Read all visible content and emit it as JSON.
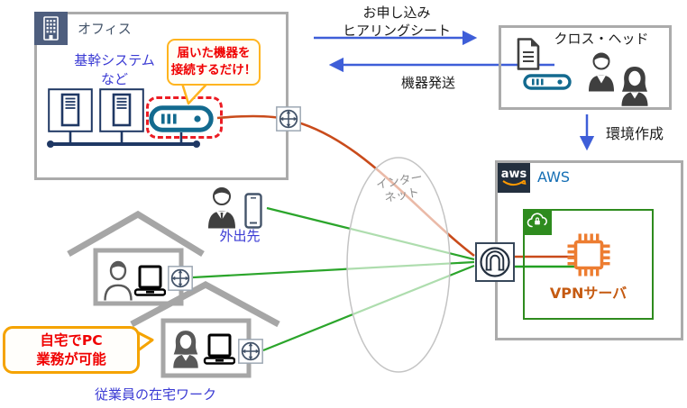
{
  "office": {
    "title": "オフィス",
    "system_label": [
      "基幹システム",
      "など"
    ]
  },
  "device_callout": [
    "届いた機器を",
    "接続するだけ！"
  ],
  "top_flow": {
    "apply": [
      "お申し込み",
      "ヒアリングシート"
    ],
    "ship": "機器発送"
  },
  "vendor": {
    "name": "クロス・ヘッド"
  },
  "env_label": "環境作成",
  "aws": {
    "logo": "aws",
    "label": "AWS",
    "vpn_server": "VPNサーバ"
  },
  "internet": [
    "インター",
    "ネット"
  ],
  "remote": {
    "mobile": "外出先",
    "home_callout": [
      "自宅でPC",
      "業務が可能"
    ],
    "caption": "従業員の在宅ワーク"
  },
  "colors": {
    "office_line_red": "#C94B1B",
    "remote_line_green": "#2BA52B",
    "arrow_blue": "#3E5ED8",
    "callout_text_red": "#F00000",
    "callout_border_yellow": "#FFB41E",
    "box_border_gray": "#ABABAB",
    "aws_navy": "#232F3E",
    "aws_orange": "#FF9900",
    "vpc_green": "#2E8B1E",
    "chip_orange": "#ED7D31",
    "vpn_server_text": "#C55A11",
    "blue_label_text": "#3B3BD4",
    "device_teal": "#136A8F",
    "server_navy": "#1F3864"
  }
}
